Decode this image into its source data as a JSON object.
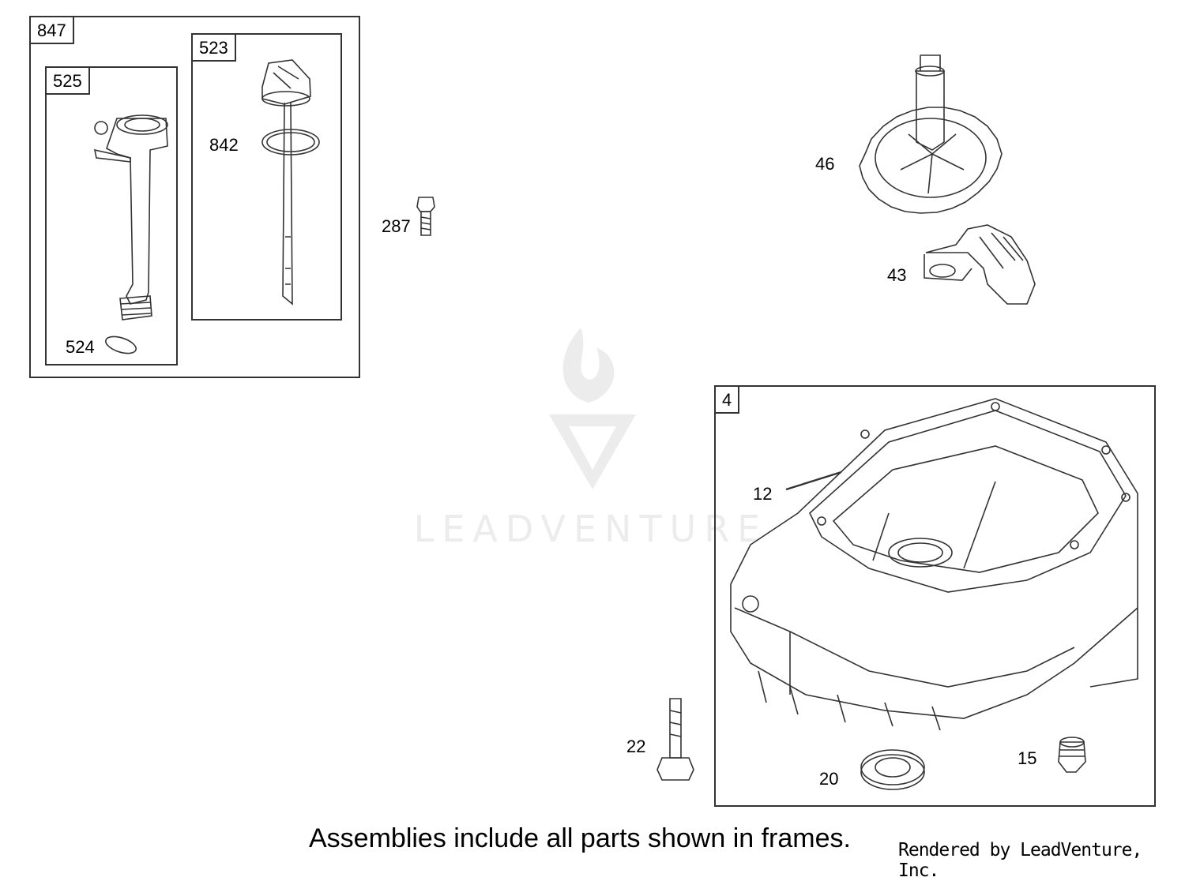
{
  "frames": {
    "assembly_847": "847",
    "assembly_525": "525",
    "assembly_523": "523",
    "assembly_4": "4"
  },
  "callouts": {
    "p842": "842",
    "p524": "524",
    "p287": "287",
    "p46": "46",
    "p43": "43",
    "p12": "12",
    "p22": "22",
    "p20": "20",
    "p15": "15"
  },
  "watermark": {
    "text": "LEADVENTURE"
  },
  "footer": {
    "note": "Assemblies include all parts shown in frames.",
    "credit": "Rendered by LeadVenture, Inc."
  },
  "colors": {
    "line": "#333333",
    "watermark": "#e8e8e8"
  }
}
